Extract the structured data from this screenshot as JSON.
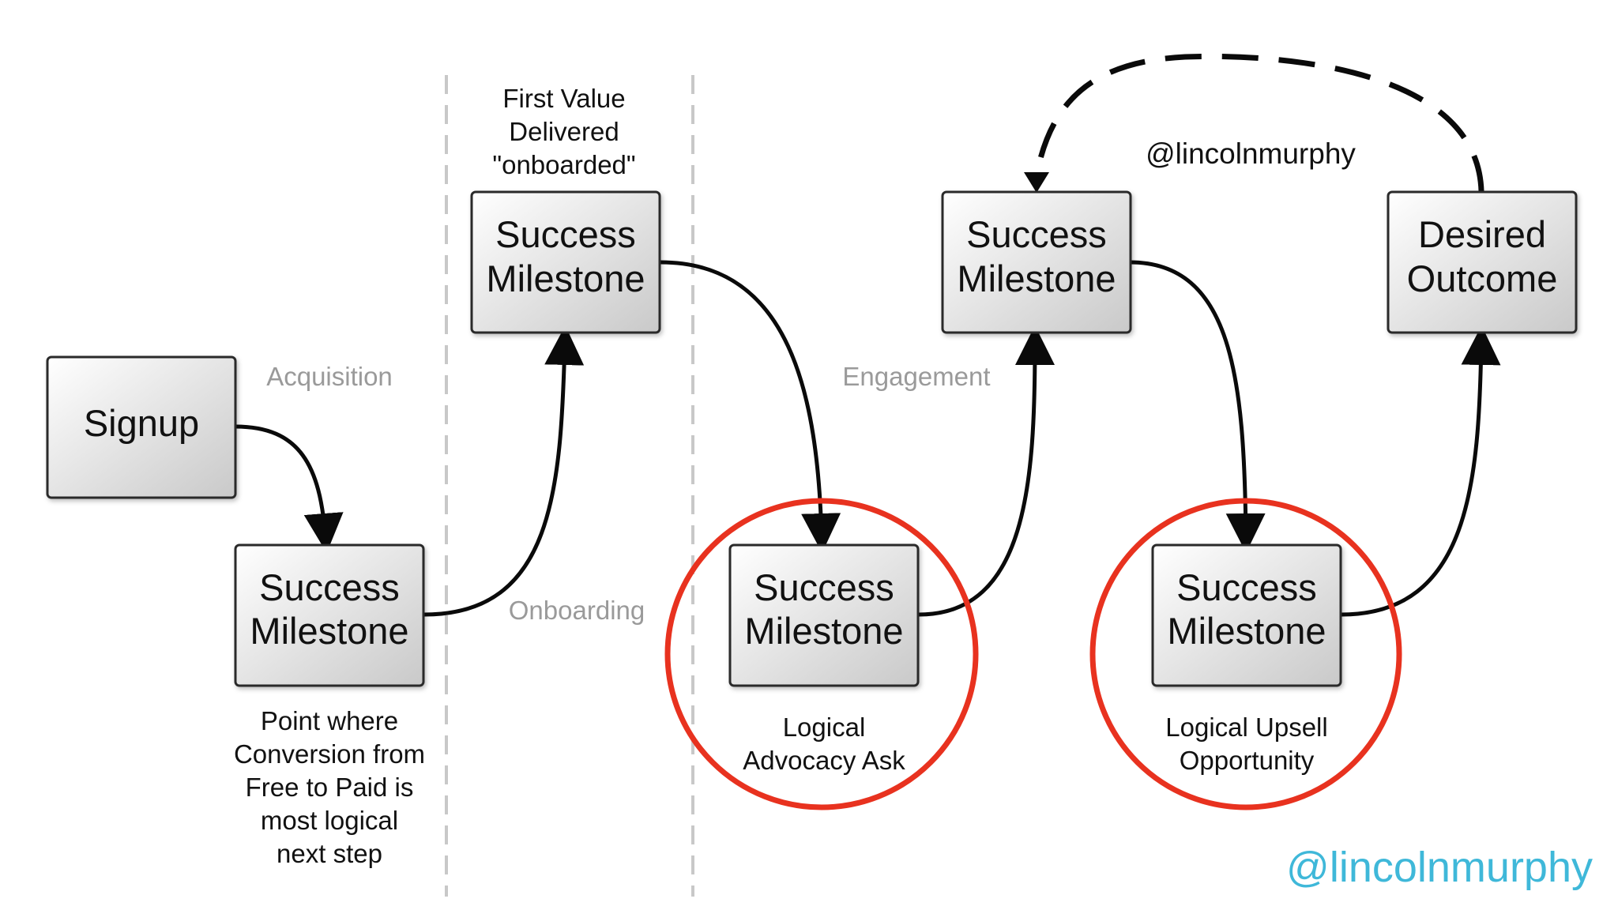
{
  "boxes": {
    "signup": "Signup",
    "milestone_1": [
      "Success",
      "Milestone"
    ],
    "milestone_2": [
      "Success",
      "Milestone"
    ],
    "milestone_3": [
      "Success",
      "Milestone"
    ],
    "milestone_4": [
      "Success",
      "Milestone"
    ],
    "milestone_5": [
      "Success",
      "Milestone"
    ],
    "desired_outcome": [
      "Desired",
      "Outcome"
    ]
  },
  "phases": {
    "acquisition": "Acquisition",
    "onboarding": "Onboarding",
    "engagement": "Engagement"
  },
  "notes": {
    "first_value": [
      "First Value",
      "Delivered",
      "\"onboarded\""
    ],
    "conversion": [
      "Point where",
      "Conversion from",
      "Free to Paid is",
      "most logical",
      "next step"
    ],
    "advocacy": [
      "Logical",
      "Advocacy Ask"
    ],
    "upsell": [
      "Logical Upsell",
      "Opportunity"
    ]
  },
  "handle": "@lincolnmurphy",
  "watermark": "@lincolnmurphy",
  "colors": {
    "highlight_circle": "#e8321f",
    "watermark": "#3fb8d9",
    "phase_label": "#9a9a9a",
    "divider": "#c8c8c8"
  }
}
